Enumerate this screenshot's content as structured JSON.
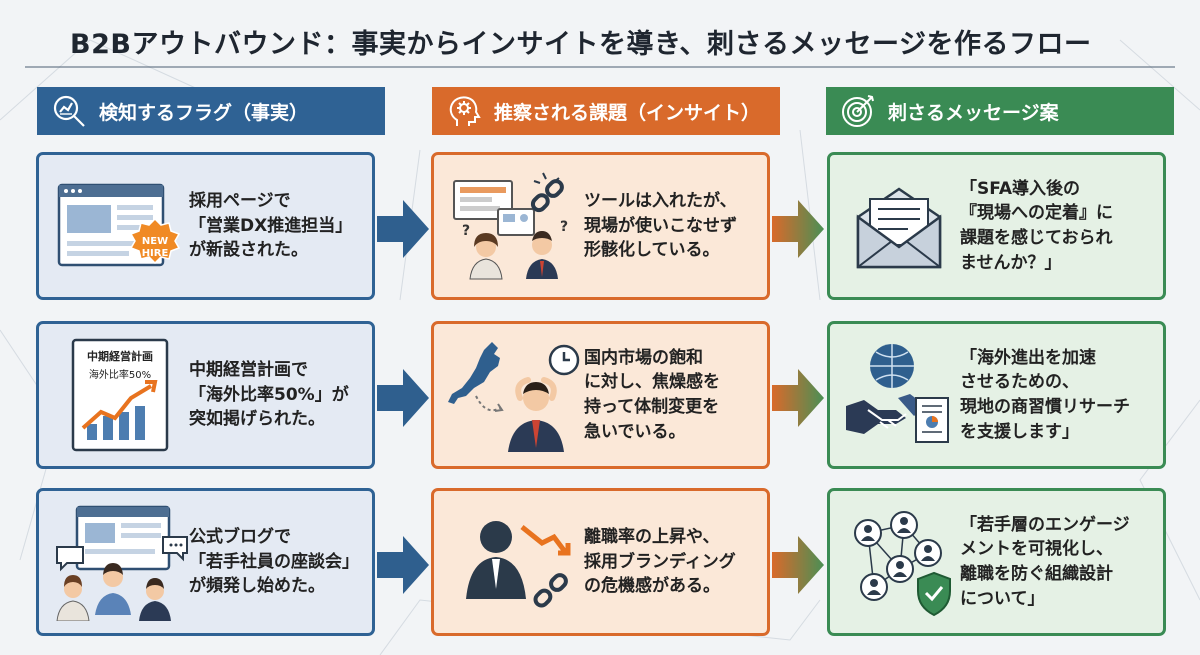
{
  "title": "B2Bアウトバウンド：事実からインサイトを導き、刺さるメッセージを作るフロー",
  "columns": [
    {
      "label": "検知するフラグ（事実）",
      "icon": "magnifier-chart-icon",
      "color": "#2f6294"
    },
    {
      "label": "推察される課題（インサイト）",
      "icon": "brain-gear-icon",
      "color": "#d96a2b"
    },
    {
      "label": "刺さるメッセージ案",
      "icon": "target-arrow-icon",
      "color": "#3a8b54"
    }
  ],
  "rows": [
    {
      "fact": "採用ページで\n「営業DX推進担当」\nが新設された。",
      "fact_badge": "NEW\nHIRE",
      "insight": "ツールは入れたが、\n現場が使いこなせず\n形骸化している。",
      "message": "「SFA導入後の\n『現場への定着』に\n課題を感じておられ\nませんか？」"
    },
    {
      "fact": "中期経営計画で\n「海外比率50%」が\n突如掲げられた。",
      "fact_doc_title": "中期経営計画",
      "fact_doc_sub": "海外比率50%",
      "insight": "国内市場の飽和\nに対し、焦燥感を\n持って体制変更を\n急いでいる。",
      "message": "「海外進出を加速\nさせるための、\n現地の商習慣リサーチ\nを支援します」"
    },
    {
      "fact": "公式ブログで\n「若手社員の座談会」\nが頻発し始めた。",
      "insight": "離職率の上昇や、\n採用ブランディング\nの危機感がある。",
      "message": "「若手層のエンゲージ\nメントを可視化し、\n離職を防ぐ組織設計\nについて」"
    }
  ],
  "colors": {
    "fact_bg": "#e4eaf3",
    "insight_bg": "#fbe8d8",
    "message_bg": "#e5f1e5",
    "arrow_blue": "#2f5f8e",
    "arrow_gradient_end": "#4a8f55"
  }
}
